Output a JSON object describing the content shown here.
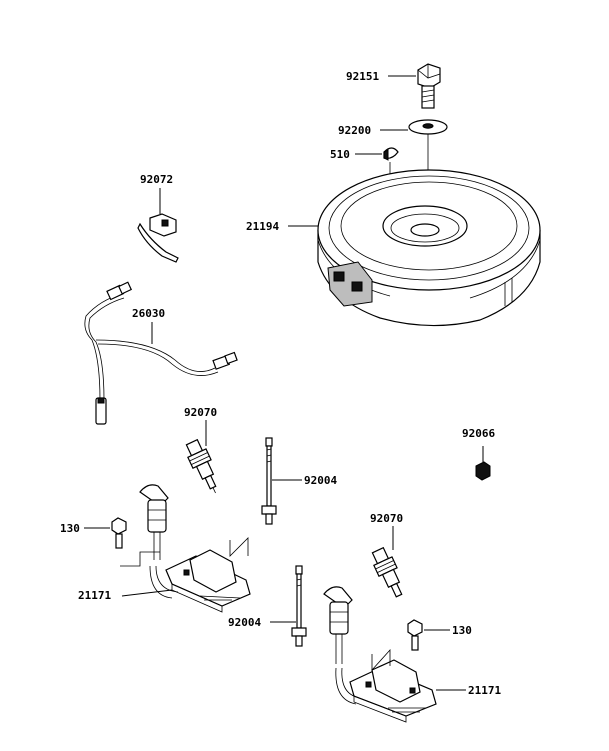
{
  "labels": {
    "bolt_top": "92151",
    "washer": "92200",
    "key": "510",
    "wire_clip": "92072",
    "flywheel": "21194",
    "harness": "26030",
    "plug_left": "92070",
    "stud_left": "92004",
    "nut": "92066",
    "bolt_left": "130",
    "plug_right": "92070",
    "coil_left": "21171",
    "stud_right": "92004",
    "bolt_right": "130",
    "coil_right": "21171"
  }
}
